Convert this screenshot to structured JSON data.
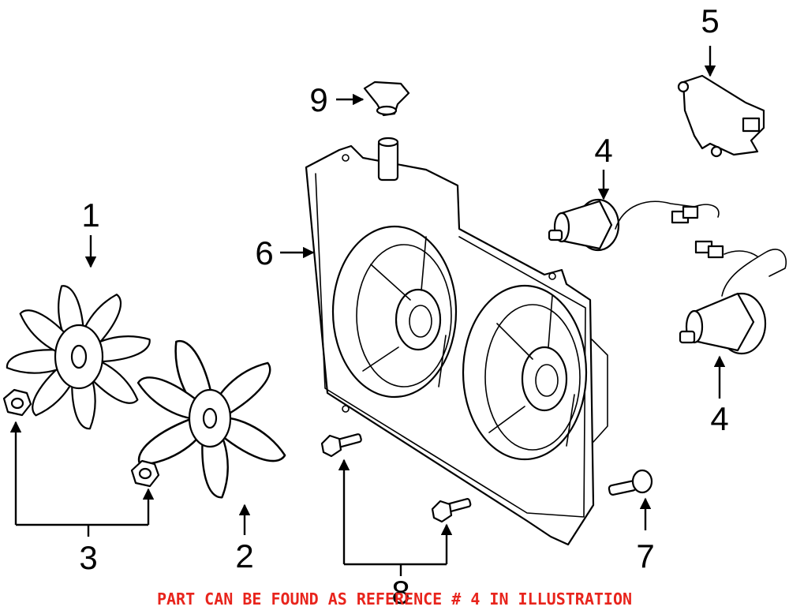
{
  "callouts": {
    "c1": "1",
    "c2": "2",
    "c3": "3",
    "c4a": "4",
    "c4b": "4",
    "c5": "5",
    "c6": "6",
    "c7": "7",
    "c8": "8",
    "c9": "9"
  },
  "caption": "PART CAN BE FOUND AS REFERENCE # 4 IN ILLUSTRATION",
  "colors": {
    "caption": "#e8241c",
    "line": "#000000",
    "background": "#ffffff"
  }
}
